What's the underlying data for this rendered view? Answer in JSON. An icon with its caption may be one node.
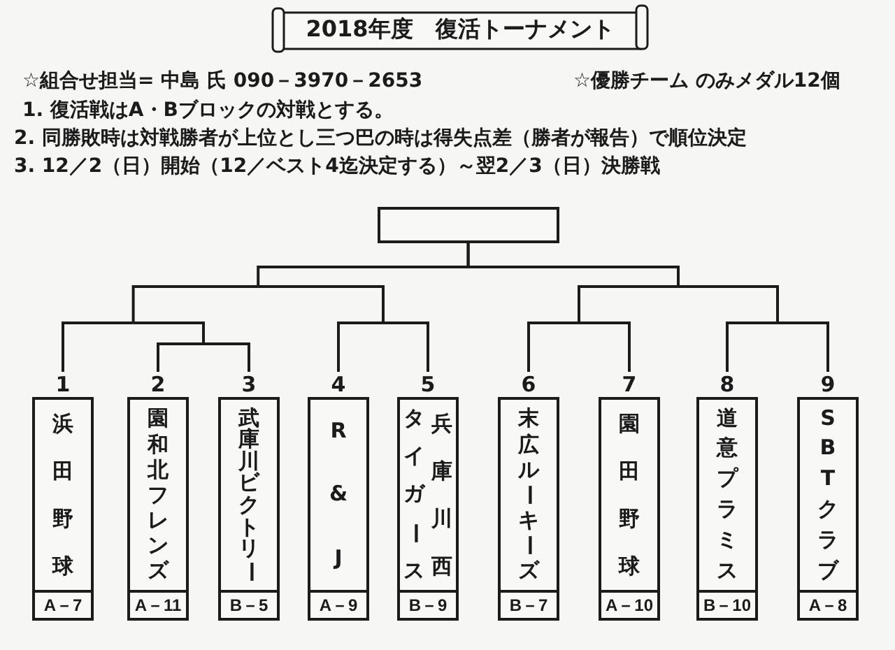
{
  "diagram": {
    "title": "2018年度　復活トーナメント",
    "nodes": [
      {
        "text": [],
        "shape": "box"
      },
      {
        "text": [
          "浜田野球",
          "A－7"
        ],
        "beside": [
          "1"
        ]
      },
      {
        "text": [
          "園和北フレンズ",
          "A－11"
        ],
        "beside": [
          "2"
        ]
      },
      {
        "text": [
          "武庫川ビクトリー",
          "B－5"
        ],
        "beside": [
          "3"
        ]
      },
      {
        "text": [
          "R&J",
          "A－9"
        ],
        "beside": [
          "4"
        ]
      },
      {
        "text": [
          "兵庫川西",
          "タイガース",
          "B－9"
        ],
        "beside": [
          "5"
        ]
      },
      {
        "text": [
          "末広ルーキーズ",
          "B－7"
        ],
        "beside": [
          "6"
        ]
      },
      {
        "text": [
          "園田野球",
          "A－10"
        ],
        "beside": [
          "7"
        ]
      },
      {
        "text": [
          "道意プラミス",
          "B－10"
        ],
        "beside": [
          "8"
        ]
      },
      {
        "text": [
          "SBTクラブ",
          "A－8"
        ],
        "beside": [
          "9"
        ]
      }
    ],
    "edges": [
      {
        "from": 1,
        "to": 0,
        "arrow": "none"
      },
      {
        "from": 2,
        "to": 0,
        "arrow": "none"
      },
      {
        "from": 3,
        "to": 0,
        "arrow": "none"
      },
      {
        "from": 4,
        "to": 0,
        "arrow": "none"
      },
      {
        "from": 5,
        "to": 0,
        "arrow": "none"
      },
      {
        "from": 6,
        "to": 0,
        "arrow": "none"
      },
      {
        "from": 7,
        "to": 0,
        "arrow": "none"
      },
      {
        "from": 8,
        "to": 0,
        "arrow": "none"
      },
      {
        "from": 9,
        "to": 0,
        "arrow": "none"
      }
    ],
    "labels": [
      "☆組合せ担当= 中島 氏 090－3970－2653",
      "☆優勝チーム のみメダル12個",
      "1. 復活戦はA・Bブロックの対戦とする。",
      "2. 同勝敗時は対戦勝者が上位とし三つ巴の時は得失点差（勝者が報告）で順位決定",
      "3. 12／2（日）開始（12／ベスト4迄決定する）～翌2／3（日）決勝戦"
    ]
  }
}
